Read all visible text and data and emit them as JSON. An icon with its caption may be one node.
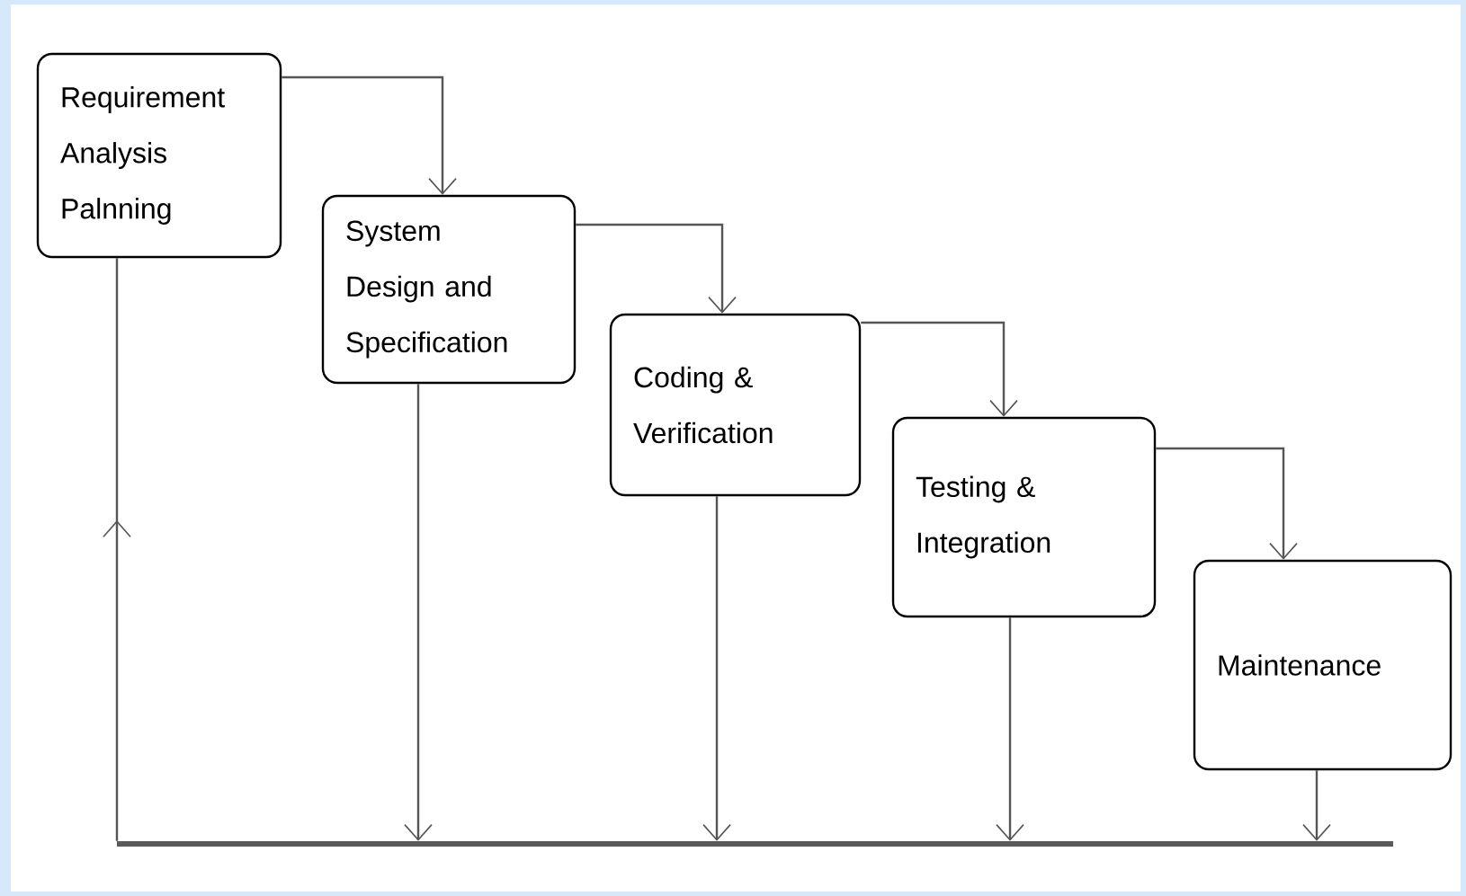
{
  "diagram": {
    "nodes": [
      {
        "text": [
          "Requirement Analysis Palnning"
        ]
      },
      {
        "text": [
          "System Design and Specification"
        ]
      },
      {
        "text": [
          "Coding & Verification"
        ]
      },
      {
        "text": [
          "Testing & Integration"
        ]
      },
      {
        "text": [
          "Maintenance"
        ]
      },
      {
        "text": [],
        "shape": "bar"
      }
    ],
    "edges": [
      {
        "from": 0,
        "to": 1,
        "arrow": "to"
      },
      {
        "from": 1,
        "to": 2,
        "arrow": "to"
      },
      {
        "from": 2,
        "to": 3,
        "arrow": "to"
      },
      {
        "from": 3,
        "to": 4,
        "arrow": "to"
      },
      {
        "from": 1,
        "to": 5,
        "arrow": "to"
      },
      {
        "from": 2,
        "to": 5,
        "arrow": "to"
      },
      {
        "from": 3,
        "to": 5,
        "arrow": "to"
      },
      {
        "from": 4,
        "to": 5,
        "arrow": "to"
      },
      {
        "from": 5,
        "to": 0,
        "arrow": "to"
      }
    ]
  }
}
